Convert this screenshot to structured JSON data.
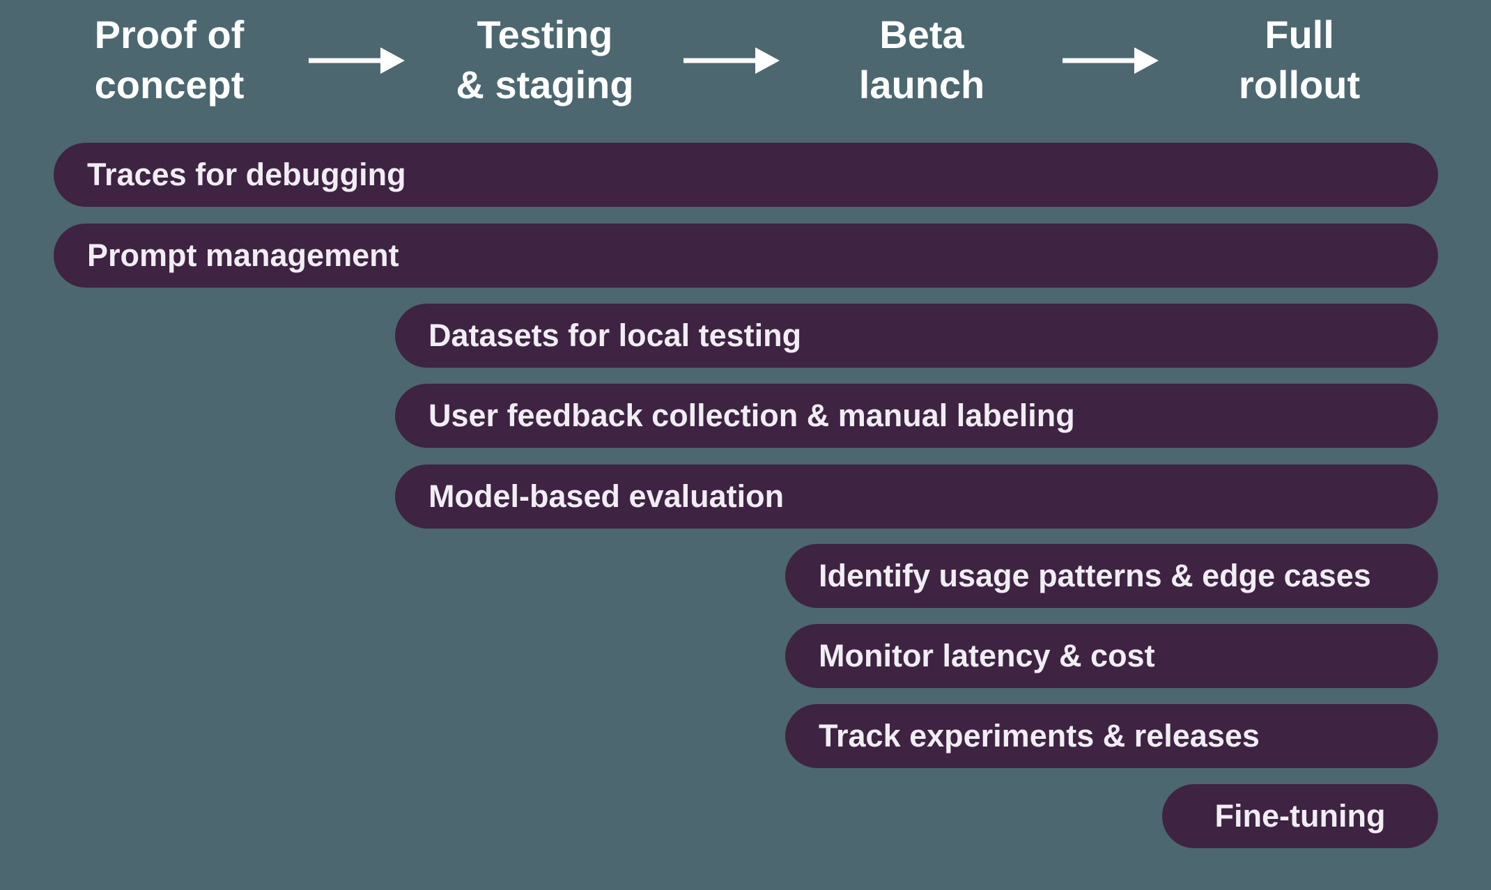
{
  "stages": [
    {
      "line1": "Proof of",
      "line2": "concept"
    },
    {
      "line1": "Testing",
      "line2": "& staging"
    },
    {
      "line1": "Beta",
      "line2": "launch"
    },
    {
      "line1": "Full",
      "line2": "rollout"
    }
  ],
  "bars": [
    {
      "label": "Traces for debugging",
      "starts_at": "Proof of concept"
    },
    {
      "label": "Prompt management",
      "starts_at": "Proof of concept"
    },
    {
      "label": "Datasets for local testing",
      "starts_at": "Testing & staging"
    },
    {
      "label": "User feedback collection & manual labeling",
      "starts_at": "Testing & staging"
    },
    {
      "label": "Model-based evaluation",
      "starts_at": "Testing & staging"
    },
    {
      "label": "Identify usage patterns & edge cases",
      "starts_at": "Beta launch"
    },
    {
      "label": "Monitor latency & cost",
      "starts_at": "Beta launch"
    },
    {
      "label": "Track experiments & releases",
      "starts_at": "Beta launch"
    },
    {
      "label": "Fine-tuning",
      "starts_at": "Full rollout"
    }
  ],
  "colors": {
    "background": "#4c676f",
    "bar": "#3e2342",
    "bar-text": "#f1edf4",
    "header-text": "#ffffff"
  }
}
